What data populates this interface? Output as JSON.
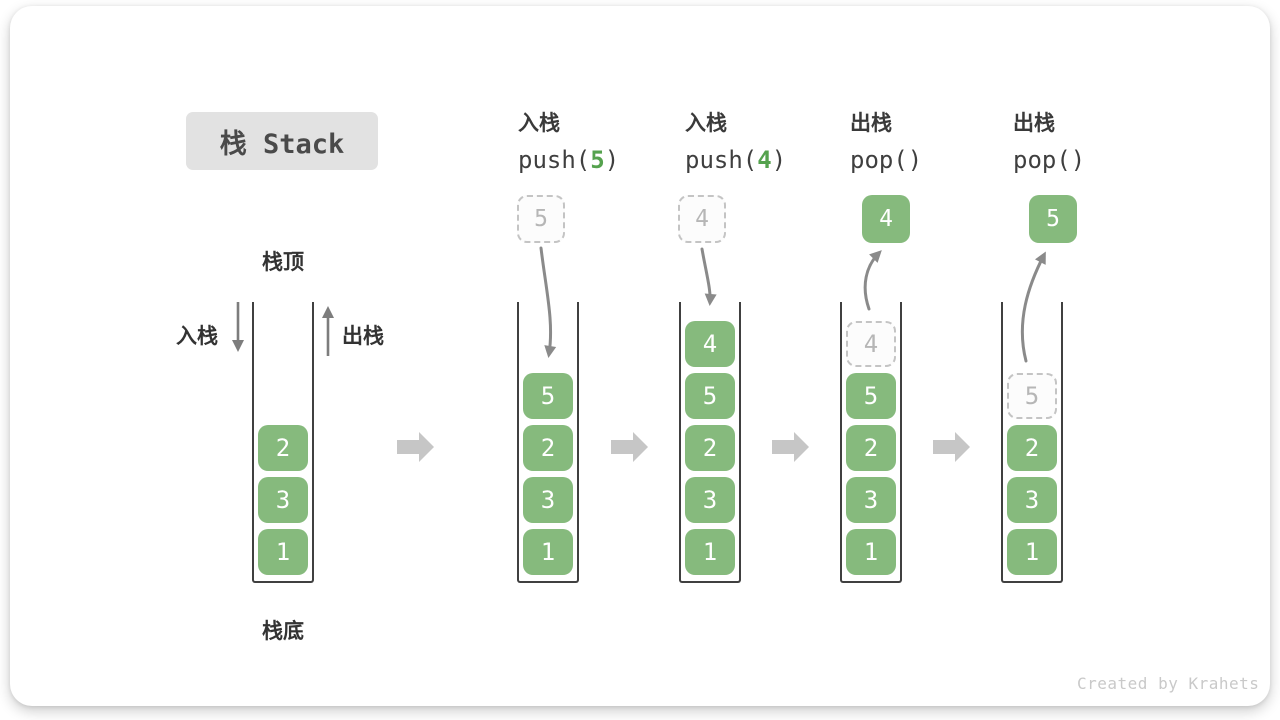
{
  "title": "栈 Stack",
  "side_labels": {
    "top": "栈顶",
    "bottom": "栈底",
    "push": "入栈",
    "pop": "出栈"
  },
  "operations": [
    {
      "label": "入栈",
      "code_before": "push(",
      "value": "5",
      "code_after": ")"
    },
    {
      "label": "入栈",
      "code_before": "push(",
      "value": "4",
      "code_after": ")"
    },
    {
      "label": "出栈",
      "code_before": "pop(",
      "value": "",
      "code_after": ")"
    },
    {
      "label": "出栈",
      "code_before": "pop(",
      "value": "",
      "code_after": ")"
    }
  ],
  "floating_boxes": [
    {
      "value": "5",
      "style": "dashed",
      "meaning": "element being pushed"
    },
    {
      "value": "4",
      "style": "dashed",
      "meaning": "element being pushed"
    },
    {
      "value": "4",
      "style": "solid",
      "meaning": "element popped out"
    },
    {
      "value": "5",
      "style": "solid",
      "meaning": "element popped out"
    }
  ],
  "stacks": [
    {
      "ghost": "",
      "items": [
        "2",
        "3",
        "1"
      ]
    },
    {
      "ghost": "",
      "items": [
        "5",
        "2",
        "3",
        "1"
      ]
    },
    {
      "ghost": "",
      "items": [
        "4",
        "5",
        "2",
        "3",
        "1"
      ]
    },
    {
      "ghost": "4",
      "items": [
        "5",
        "2",
        "3",
        "1"
      ]
    },
    {
      "ghost": "5",
      "items": [
        "2",
        "3",
        "1"
      ]
    }
  ],
  "watermark": "Created by Krahets",
  "colors": {
    "box_green": "#86ba7d",
    "accent_green": "#55a24e",
    "curve_arrow_gray": "#8a8a8a",
    "block_arrow_gray": "#c6c6c6",
    "ghost_gray": "#c4c4c4",
    "title_bg": "#e2e2e2"
  }
}
